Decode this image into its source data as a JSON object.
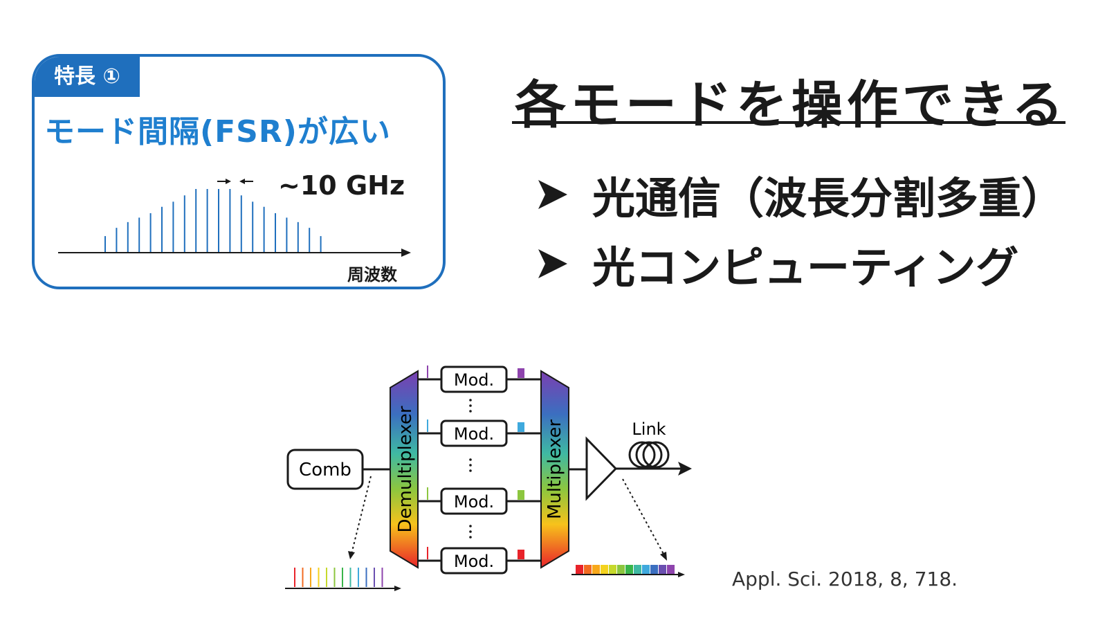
{
  "feature_box": {
    "tag": "特長 ①",
    "title": "モード間隔(FSR)が広い",
    "spacing_label": "~10 GHz",
    "axis_label": "周波数",
    "comb_line_heights": [
      0.26,
      0.39,
      0.48,
      0.55,
      0.62,
      0.72,
      0.8,
      0.9,
      1.0,
      1.0,
      1.0,
      1.0,
      0.9,
      0.8,
      0.72,
      0.62,
      0.55,
      0.48,
      0.39,
      0.26
    ],
    "color": "#1f6fbd"
  },
  "heading": "各モードを操作できる",
  "bullets": [
    {
      "label": "光通信（波長分割多重）"
    },
    {
      "label": "光コンピューティング"
    }
  ],
  "diagram": {
    "comb": "Comb",
    "demux": "Demultiplexer",
    "mux": "Multiplexer",
    "modulators": [
      "Mod.",
      "Mod.",
      "Mod.",
      "Mod."
    ],
    "modulator_colors": [
      "#8e44ad",
      "#3fa9dd",
      "#8cc63f",
      "#e8232a"
    ],
    "link": "Link",
    "output_colors": [
      "#e8232a",
      "#f26b21",
      "#f7a81b",
      "#f4d21e",
      "#c6d92c",
      "#8cc63f",
      "#39b54a",
      "#3fb9a3",
      "#3fa9dd",
      "#3b6fc0",
      "#6a4fb0",
      "#8e44ad"
    ]
  },
  "citation": "Appl. Sci. 2018, 8, 718."
}
